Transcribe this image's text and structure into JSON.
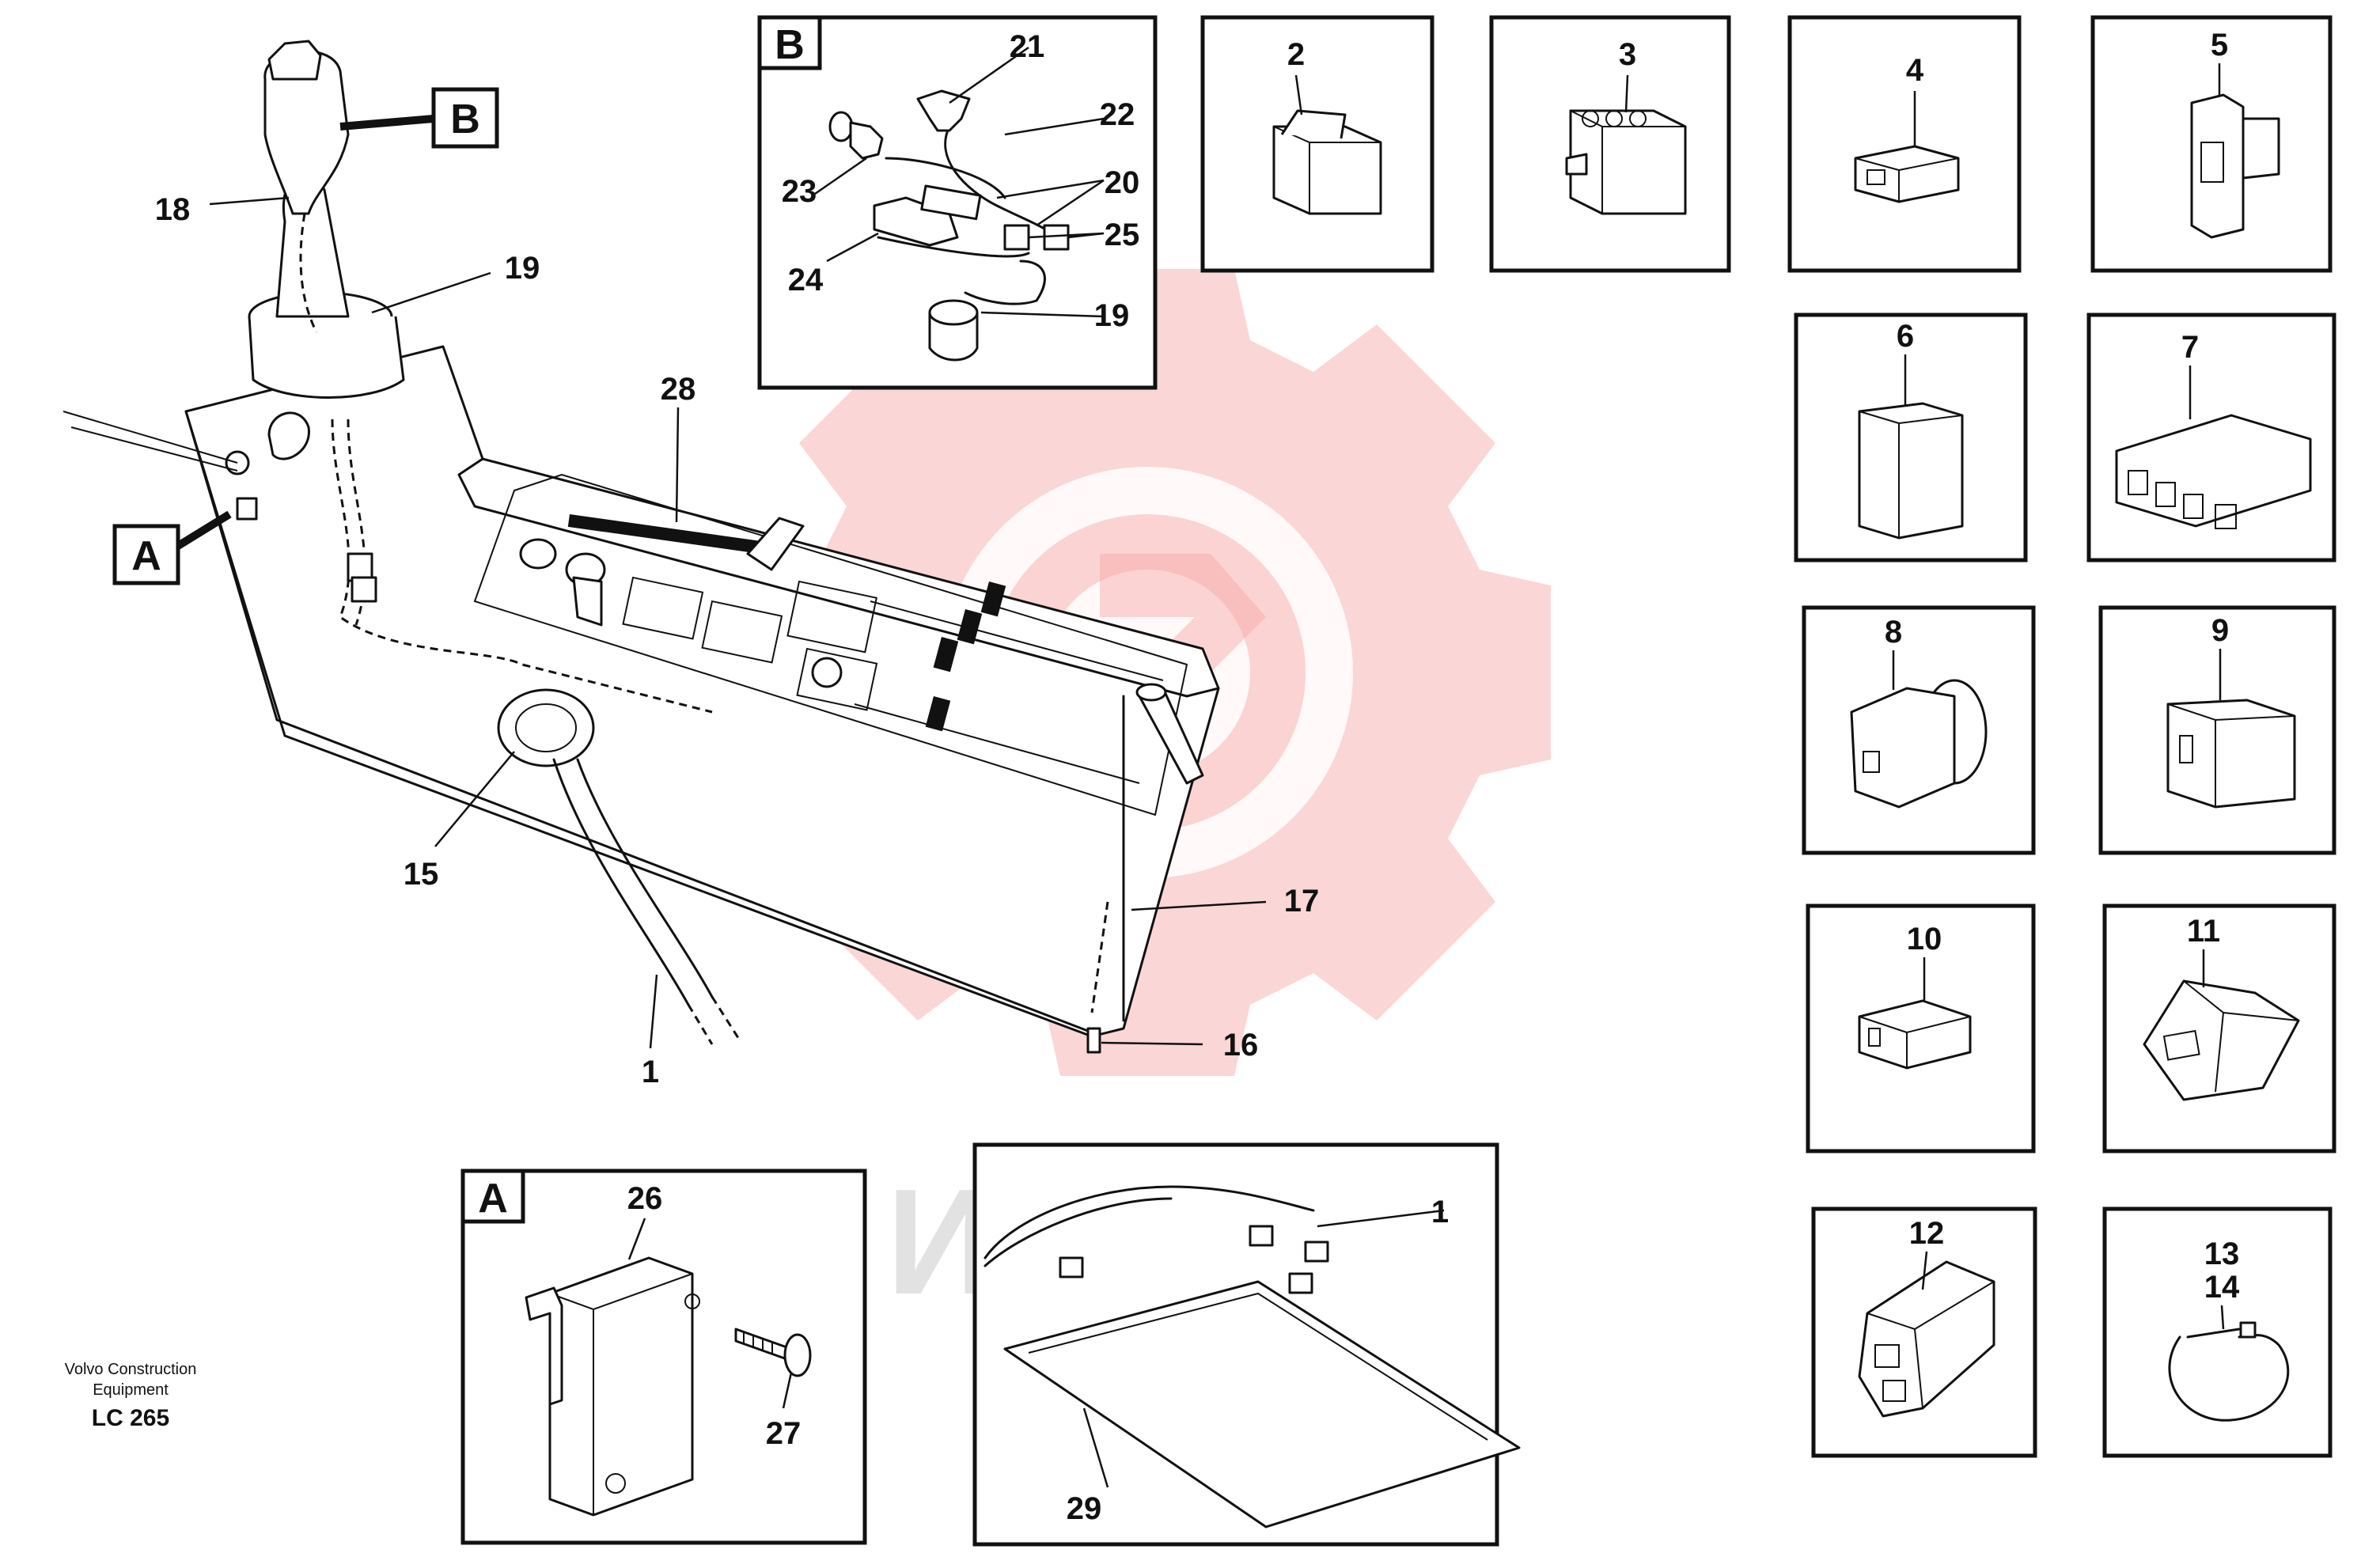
{
  "watermark": {
    "text": "ИНТЕХ",
    "gear_color": "#f6a5a5"
  },
  "footer": {
    "brand_line1": "Volvo Construction",
    "brand_line2": "Equipment",
    "model": "LC 265"
  },
  "views": {
    "A": "A",
    "B": "B"
  },
  "callouts": {
    "n1": "1",
    "n2": "2",
    "n3": "3",
    "n4": "4",
    "n5": "5",
    "n6": "6",
    "n7": "7",
    "n8": "8",
    "n9": "9",
    "n10": "10",
    "n11": "11",
    "n12": "12",
    "n13": "13",
    "n14": "14",
    "n15": "15",
    "n16": "16",
    "n17": "17",
    "n18": "18",
    "n19": "19",
    "n20": "20",
    "n21": "21",
    "n22": "22",
    "n23": "23",
    "n24": "24",
    "n25": "25",
    "n26": "26",
    "n27": "27",
    "n28": "28",
    "n29": "29"
  }
}
